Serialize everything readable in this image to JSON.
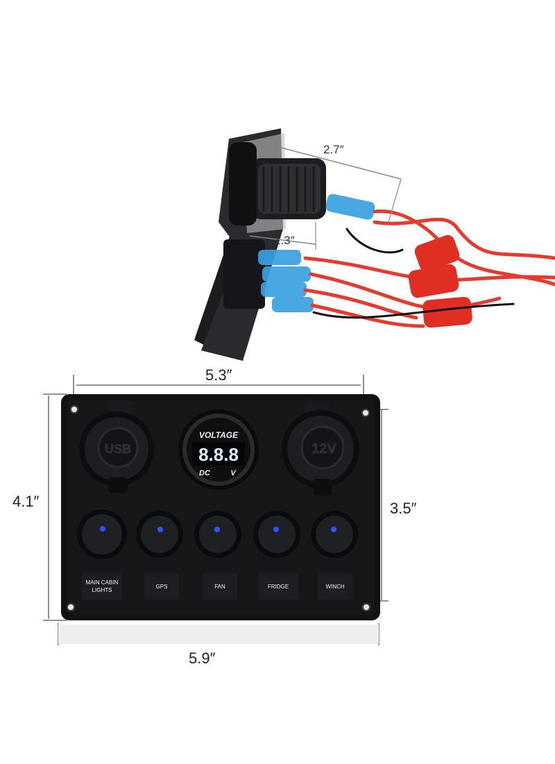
{
  "product": {
    "side_view": {
      "dims": {
        "depth": "2.7″",
        "panel_depth": "1.3″"
      }
    },
    "front_view": {
      "dims": {
        "top_width": "5.3″",
        "bottom_width": "5.9″",
        "left_height": "4.1″",
        "right_height": "3.5″"
      },
      "sockets": {
        "usb_cap": "USB",
        "voltmeter_title": "VOLTAGE",
        "voltmeter_readout": "8.8.8",
        "voltmeter_dc": "DC",
        "voltmeter_v": "V",
        "power_cap": "12V"
      },
      "switch_labels": [
        "MAIN CABIN",
        "LIGHTS",
        "GPS",
        "FAN",
        "FRIDGE",
        "WINCH"
      ]
    },
    "colors": {
      "panel": "#111214",
      "wire_red": "#e53b2c",
      "terminal_blue": "#3aa0e0",
      "switch_led": "#2f55ff",
      "readout": "#d8f0ff"
    }
  }
}
